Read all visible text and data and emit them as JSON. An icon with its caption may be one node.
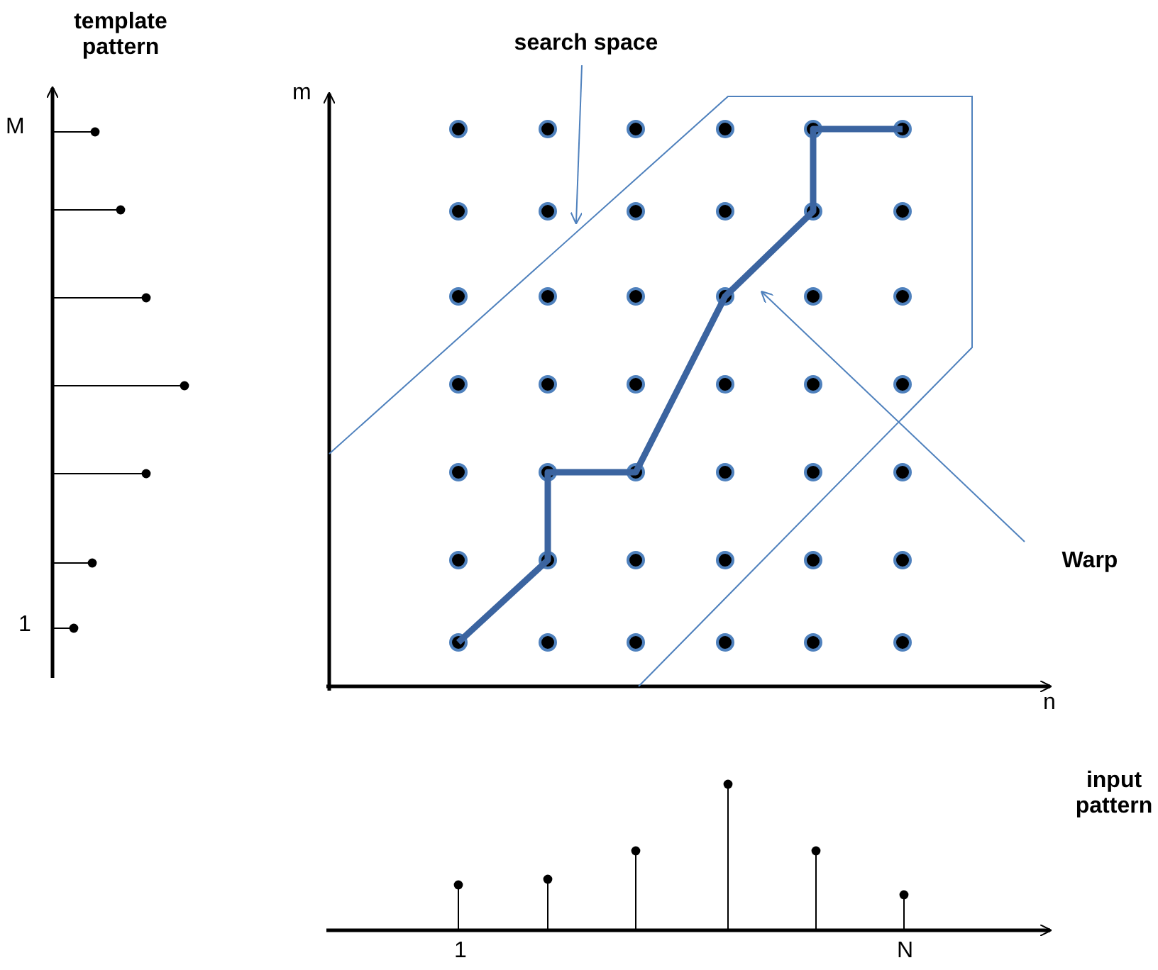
{
  "diagram": {
    "nodes": [
      {
        "text": [
          "search space"
        ]
      },
      {
        "text": [],
        "shape": "polygon"
      },
      {
        "text": [
          "Warp"
        ]
      },
      {
        "text": [],
        "shape": "line",
        "in": 1
      }
    ],
    "edges": [
      {
        "from": 0,
        "to": 1,
        "arrow": "to"
      },
      {
        "from": 2,
        "to": 3,
        "arrow": "to"
      }
    ],
    "labels": [
      "template pattern",
      "M",
      "1",
      "m",
      "n",
      "input pattern",
      "1",
      "N"
    ]
  }
}
